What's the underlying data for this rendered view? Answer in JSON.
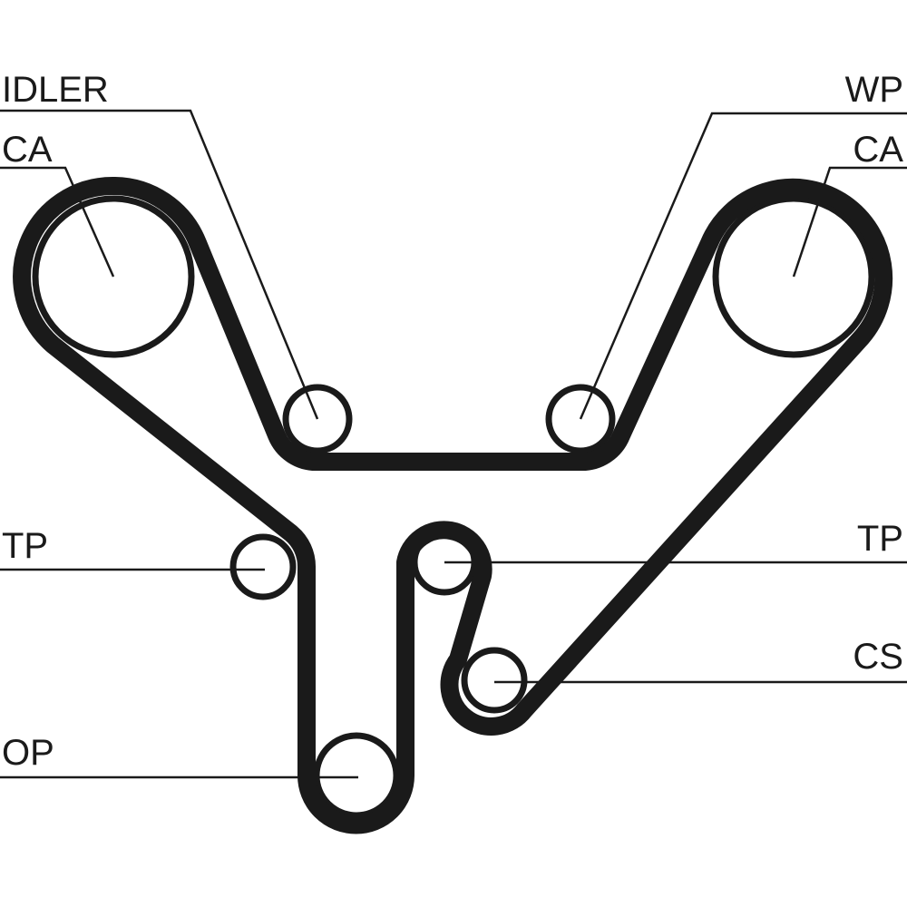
{
  "diagram": {
    "type": "timing-belt-routing",
    "colors": {
      "ink": "#1a1a1a",
      "background": "#ffffff"
    },
    "labels": {
      "idler": "IDLER",
      "ca_left": "CA",
      "wp": "WP",
      "ca_right": "CA",
      "tp_left": "TP",
      "tp_right": "TP",
      "cs": "CS",
      "op": "OP"
    }
  }
}
